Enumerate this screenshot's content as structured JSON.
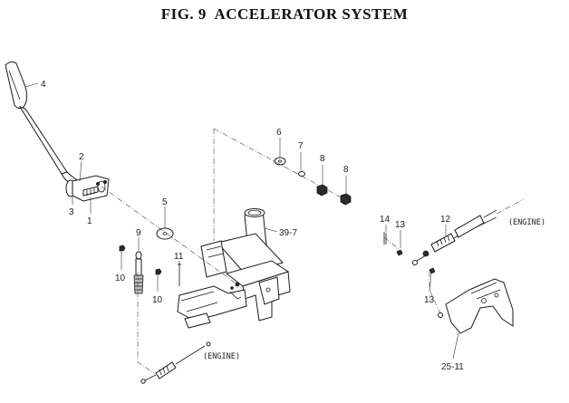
{
  "title": "FIG. 9  ACCELERATOR SYSTEM",
  "callouts": {
    "p1": "1",
    "p2": "2",
    "p3": "3",
    "p4": "4",
    "p5": "5",
    "p6": "6",
    "p7": "7",
    "p8a": "8",
    "p8b": "8",
    "p9": "9",
    "p10a": "10",
    "p10b": "10",
    "p11": "11",
    "p12": "12",
    "p13a": "13",
    "p13b": "13",
    "p14": "14",
    "p25_11": "25-11",
    "p39_7": "39-7"
  },
  "notes": {
    "engine_left": "(ENGINE)",
    "engine_right": "(ENGINE)"
  }
}
